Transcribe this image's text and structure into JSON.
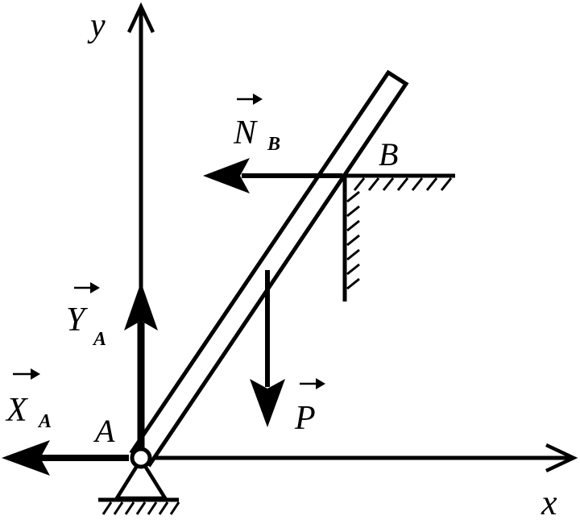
{
  "axes": {
    "x_label": "x",
    "y_label": "y"
  },
  "points": {
    "a": "A",
    "b": "B"
  },
  "forces": {
    "n_b": {
      "letter": "N",
      "sub": "B"
    },
    "y_a": {
      "letter": "Y",
      "sub": "A"
    },
    "x_a": {
      "letter": "X",
      "sub": "A"
    },
    "p": {
      "letter": "P"
    }
  },
  "colors": {
    "ink": "#000000",
    "background": "#ffffff"
  }
}
